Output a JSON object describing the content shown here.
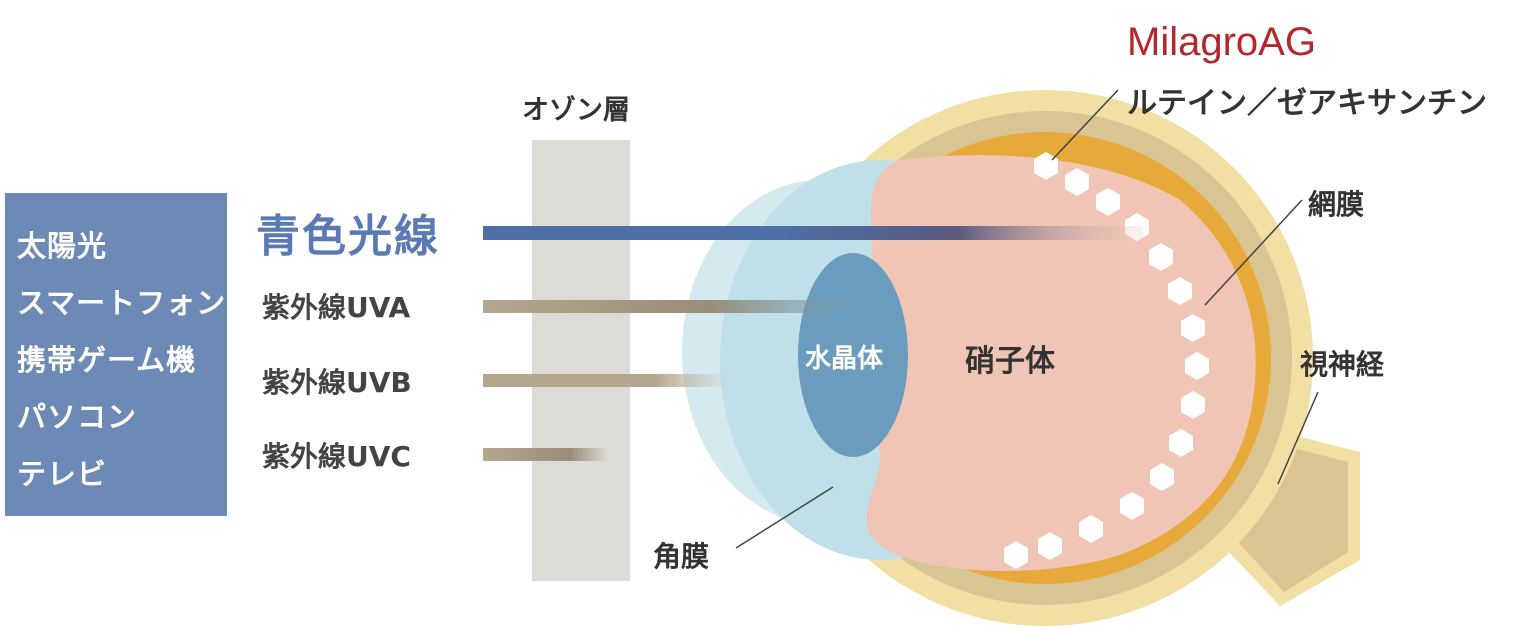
{
  "light_sources": {
    "items": [
      "太陽光",
      "スマートフォン",
      "携帯ゲーム機",
      "パソコン",
      "テレビ"
    ]
  },
  "ozone": {
    "label": "オゾン層"
  },
  "rays": {
    "blue_light": "青色光線",
    "uva": "紫外線UVA",
    "uvb": "紫外線UVB",
    "uvc": "紫外線UVC"
  },
  "eye": {
    "lens": "水晶体",
    "vitreous": "硝子体",
    "cornea": "角膜",
    "retina": "網膜",
    "optic_nerve": "視神経"
  },
  "product": {
    "brand": "MilagroAG",
    "ingredient": "ルテイン／ゼアキサンチン"
  },
  "colors": {
    "blue_light": "#5b7ab4",
    "uv_ray": "#b5a68f",
    "source_box": "#6c8ab5",
    "brand_red": "#b4272c",
    "sclera": "#f2dfa3",
    "choroid": "#d9c594",
    "macula": "#e7a93a",
    "vitreous": "#f1c5b5",
    "lens": "#6b9cbd",
    "cornea": "#bfe0e8"
  }
}
